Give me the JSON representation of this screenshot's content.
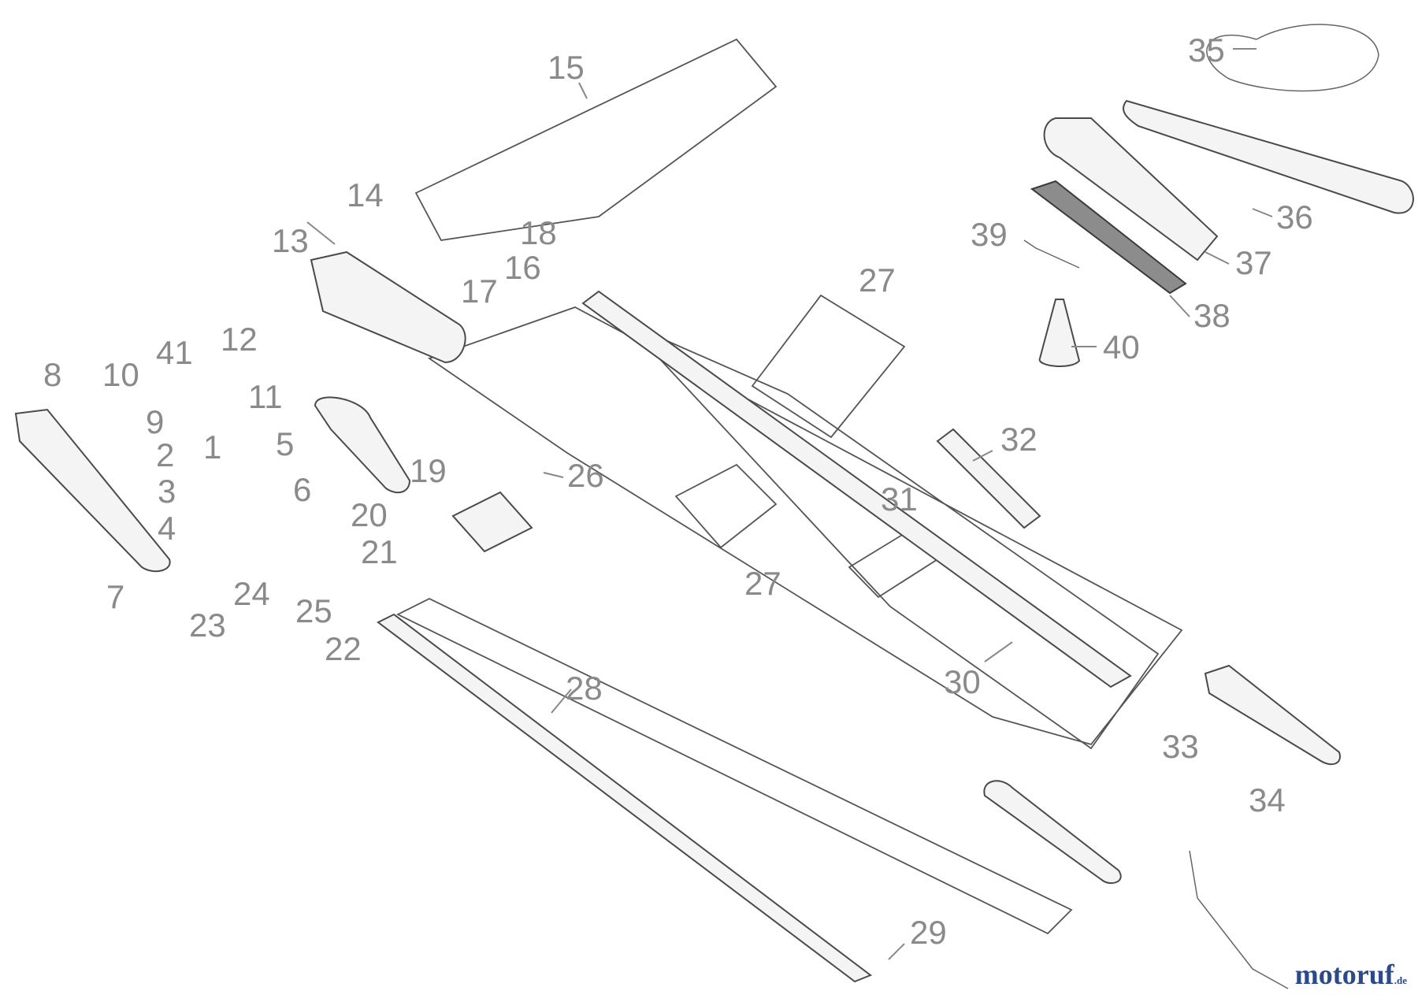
{
  "callouts": [
    {
      "id": "c1",
      "label": "1"
    },
    {
      "id": "c2",
      "label": "2"
    },
    {
      "id": "c3",
      "label": "3"
    },
    {
      "id": "c4",
      "label": "4"
    },
    {
      "id": "c5",
      "label": "5"
    },
    {
      "id": "c6",
      "label": "6"
    },
    {
      "id": "c7",
      "label": "7"
    },
    {
      "id": "c8",
      "label": "8"
    },
    {
      "id": "c9",
      "label": "9"
    },
    {
      "id": "c10",
      "label": "10"
    },
    {
      "id": "c11",
      "label": "11"
    },
    {
      "id": "c12",
      "label": "12"
    },
    {
      "id": "c13",
      "label": "13"
    },
    {
      "id": "c14",
      "label": "14"
    },
    {
      "id": "c15",
      "label": "15"
    },
    {
      "id": "c16",
      "label": "16"
    },
    {
      "id": "c17",
      "label": "17"
    },
    {
      "id": "c18",
      "label": "18"
    },
    {
      "id": "c19",
      "label": "19"
    },
    {
      "id": "c20",
      "label": "20"
    },
    {
      "id": "c21",
      "label": "21"
    },
    {
      "id": "c22",
      "label": "22"
    },
    {
      "id": "c23",
      "label": "23"
    },
    {
      "id": "c24",
      "label": "24"
    },
    {
      "id": "c25",
      "label": "25"
    },
    {
      "id": "c26",
      "label": "26"
    },
    {
      "id": "c27a",
      "label": "27"
    },
    {
      "id": "c27b",
      "label": "27"
    },
    {
      "id": "c28",
      "label": "28"
    },
    {
      "id": "c29",
      "label": "29"
    },
    {
      "id": "c30",
      "label": "30"
    },
    {
      "id": "c31",
      "label": "31"
    },
    {
      "id": "c32",
      "label": "32"
    },
    {
      "id": "c33",
      "label": "33"
    },
    {
      "id": "c34",
      "label": "34"
    },
    {
      "id": "c35",
      "label": "35"
    },
    {
      "id": "c36",
      "label": "36"
    },
    {
      "id": "c37",
      "label": "37"
    },
    {
      "id": "c38",
      "label": "38"
    },
    {
      "id": "c39",
      "label": "39"
    },
    {
      "id": "c40",
      "label": "40"
    },
    {
      "id": "c41",
      "label": "41"
    }
  ],
  "logo": {
    "text": "motoruf",
    "suffix": ".de",
    "color": "#2b4a8b"
  }
}
